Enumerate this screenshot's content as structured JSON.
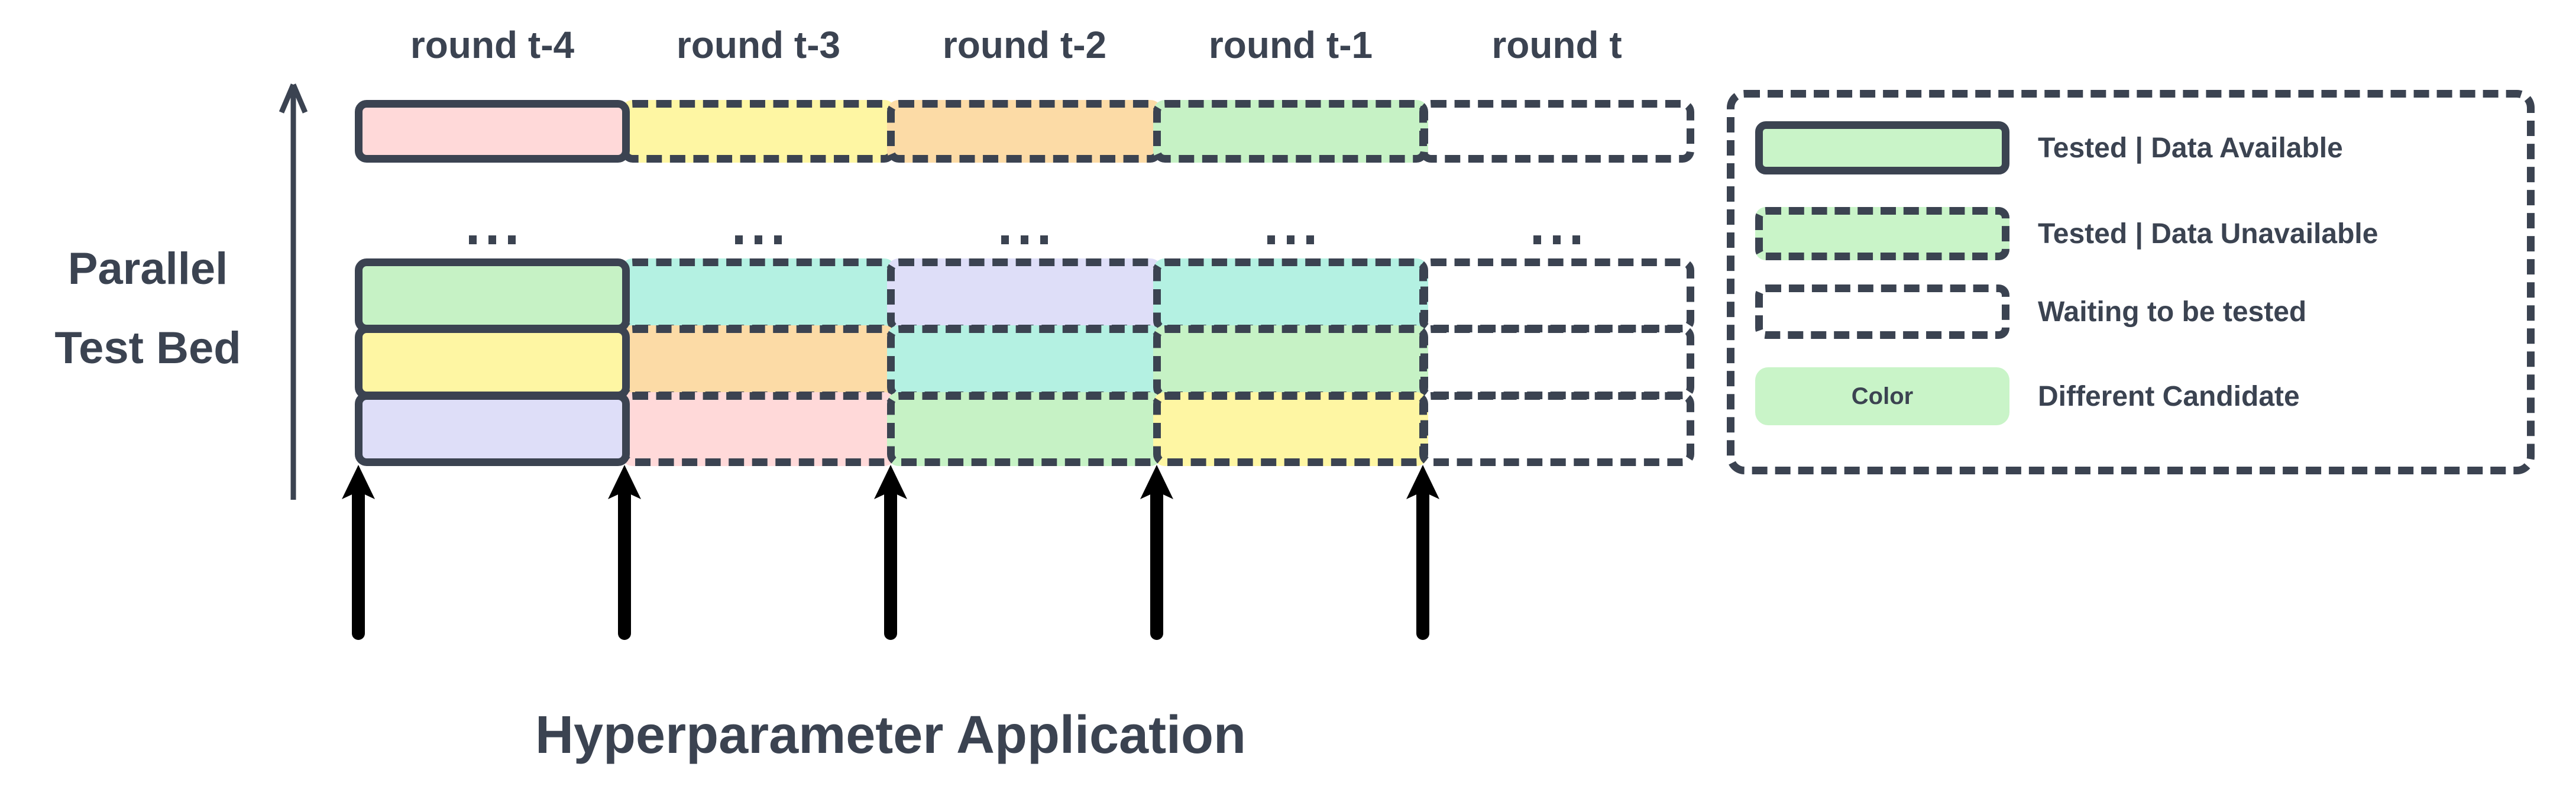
{
  "diagram": {
    "axis_label_line1": "Parallel",
    "axis_label_line2": "Test Bed",
    "bottom_label": "Hyperparameter Application",
    "round_labels": [
      "round t-4",
      "round t-3",
      "round t-2",
      "round t-1",
      "round t"
    ],
    "ellipsis_icon": "three-square-dots",
    "arrow_icons": "up-arrow"
  },
  "colors": {
    "slate": "#3B4351",
    "pink": "#FFD9D9",
    "yellow": "#FEF6A3",
    "orange": "#FCDBA6",
    "green": "#C6F2C5",
    "teal": "#B4F1E2",
    "lavender": "#DEDEF8",
    "legend_green": "#C9F4C8",
    "arrow_black": "#000000",
    "background": "#FFFFFF"
  },
  "test_bed": {
    "top_row": [
      {
        "color": "pink",
        "border": "solid",
        "state": "tested-data-available"
      },
      {
        "color": "yellow",
        "border": "dashed",
        "state": "tested-data-unavailable"
      },
      {
        "color": "orange",
        "border": "dashed",
        "state": "tested-data-unavailable"
      },
      {
        "color": "green",
        "border": "dashed",
        "state": "tested-data-unavailable"
      },
      {
        "color": "none",
        "border": "dashed",
        "state": "waiting-to-be-tested"
      }
    ],
    "grid_rows": [
      [
        {
          "color": "green",
          "border": "solid",
          "state": "tested-data-available"
        },
        {
          "color": "teal",
          "border": "dashed",
          "state": "tested-data-unavailable"
        },
        {
          "color": "lavender",
          "border": "dashed",
          "state": "tested-data-unavailable"
        },
        {
          "color": "teal",
          "border": "dashed",
          "state": "tested-data-unavailable"
        },
        {
          "color": "none",
          "border": "dashed",
          "state": "waiting-to-be-tested"
        }
      ],
      [
        {
          "color": "yellow",
          "border": "solid",
          "state": "tested-data-available"
        },
        {
          "color": "orange",
          "border": "dashed",
          "state": "tested-data-unavailable"
        },
        {
          "color": "teal",
          "border": "dashed",
          "state": "tested-data-unavailable"
        },
        {
          "color": "green",
          "border": "dashed",
          "state": "tested-data-unavailable"
        },
        {
          "color": "none",
          "border": "dashed",
          "state": "waiting-to-be-tested"
        }
      ],
      [
        {
          "color": "lavender",
          "border": "solid",
          "state": "tested-data-available"
        },
        {
          "color": "pink",
          "border": "dashed",
          "state": "tested-data-unavailable"
        },
        {
          "color": "green",
          "border": "dashed",
          "state": "tested-data-unavailable"
        },
        {
          "color": "yellow",
          "border": "dashed",
          "state": "tested-data-unavailable"
        },
        {
          "color": "none",
          "border": "dashed",
          "state": "waiting-to-be-tested"
        }
      ]
    ]
  },
  "legend": {
    "items": [
      {
        "swatch": "solid-green",
        "label": "Tested | Data Available"
      },
      {
        "swatch": "dashed-green",
        "label": "Tested | Data Unavailable"
      },
      {
        "swatch": "dashed-empty",
        "label": "Waiting to be tested"
      },
      {
        "swatch": "color-chip",
        "chip_label": "Color",
        "label": "Different Candidate"
      }
    ]
  }
}
